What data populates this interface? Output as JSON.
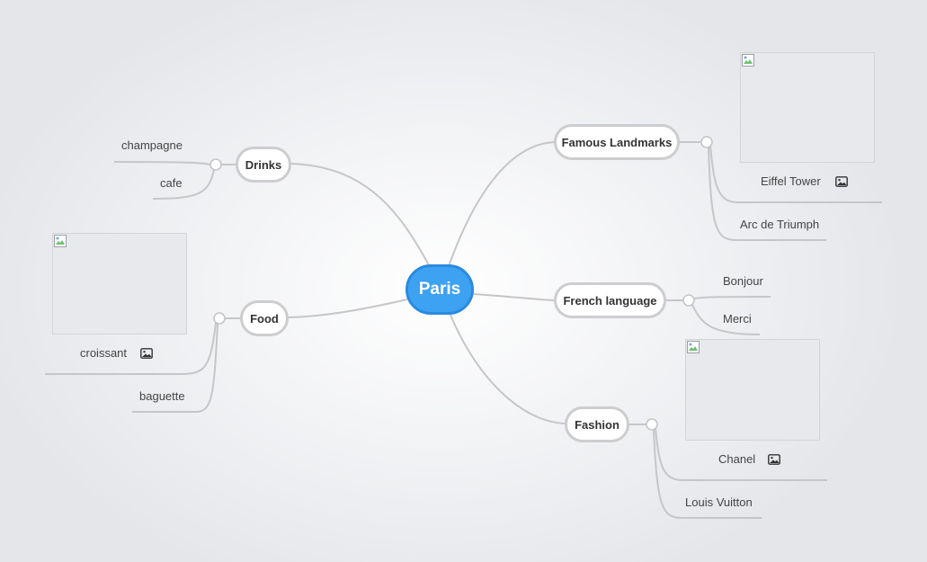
{
  "mindmap": {
    "root": "Paris",
    "topics": {
      "drinks": {
        "label": "Drinks",
        "children": [
          "champagne",
          "cafe"
        ]
      },
      "food": {
        "label": "Food",
        "children": [
          "croissant",
          "baguette"
        ]
      },
      "landmarks": {
        "label": "Famous Landmarks",
        "children": [
          "Eiffel Tower",
          "Arc de Triumph"
        ]
      },
      "french": {
        "label": "French language",
        "children": [
          "Bonjour",
          "Merci"
        ]
      },
      "fashion": {
        "label": "Fashion",
        "children": [
          "Chanel",
          "Louis Vuitton"
        ]
      }
    }
  },
  "colors": {
    "root_fill": "#3ea2f3",
    "root_border": "#2a8ae0",
    "connector": "#c6c6c8",
    "topic_border": "#cdcdcf"
  },
  "icons": {
    "image_attachment": "image-icon",
    "broken_image": "broken-image-icon"
  }
}
